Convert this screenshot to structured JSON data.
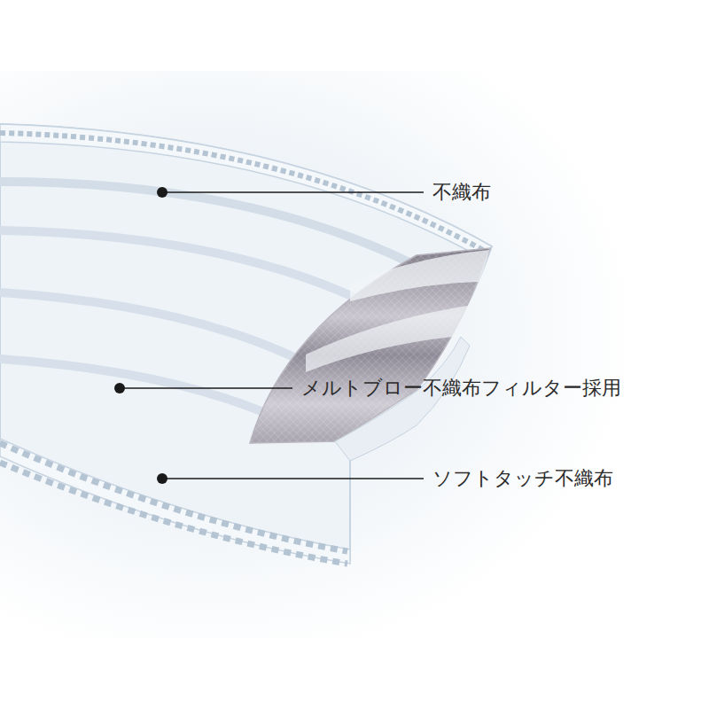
{
  "diagram": {
    "labels": [
      "不織布",
      "メルトブロー不織布フィルター採用",
      "ソフトタッチ不織布"
    ]
  }
}
